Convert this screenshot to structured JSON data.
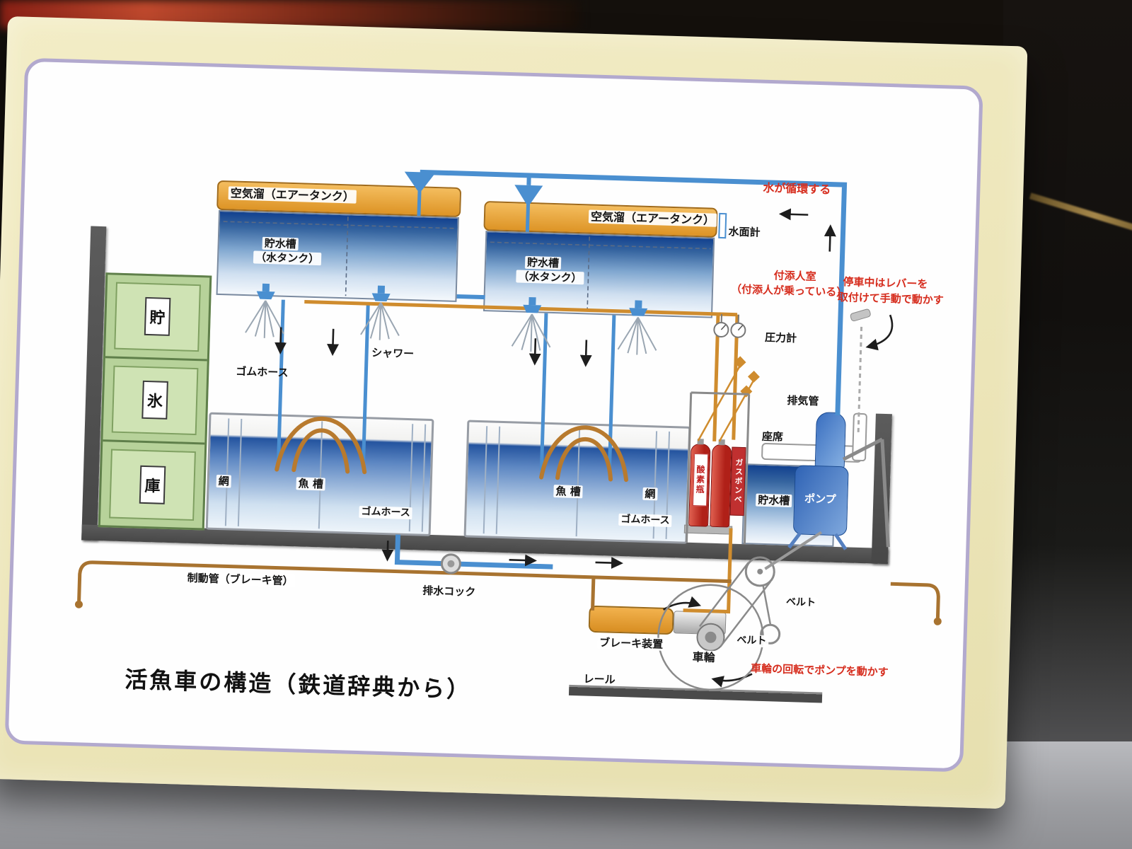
{
  "title": "活魚車の構造（鉄道辞典から）",
  "air_tanks": {
    "left": "空気溜（エアータンク）",
    "right": "空気溜（エアータンク）"
  },
  "water_tanks": {
    "left_line1": "貯水槽",
    "left_line2": "（水タンク）",
    "right_line1": "貯水槽",
    "right_line2": "（水タンク）"
  },
  "ice_cabinet": {
    "char1": "貯",
    "char2": "氷",
    "char3": "庫"
  },
  "shower": {
    "shower_label": "シャワー",
    "hose_label": "ゴムホース"
  },
  "fish_tanks": {
    "net_left": "網",
    "tank_left": "魚 槽",
    "hose_left": "ゴムホース",
    "tank_right": "魚 槽",
    "net_right": "網",
    "hose_right": "ゴムホース"
  },
  "right_side": {
    "water_gauge": "水面計",
    "pressure_gauge": "圧力計",
    "oxygen_bottle": "酸素瓶",
    "gas_cylinder": "ガスボンベ",
    "seat": "座席",
    "small_water_tank": "貯水槽",
    "exhaust_pipe": "排気管",
    "pump": "ポンプ"
  },
  "bottom": {
    "brake_pipe": "制動管（ブレーキ管）",
    "drain_cock": "排水コック",
    "brake_device": "ブレーキ装置",
    "wheel": "車輪",
    "belt_upper": "ベルト",
    "belt_lower": "ベルト",
    "rail": "レール"
  },
  "red_notes": {
    "circulate": "水が循環する",
    "attendant_line1": "付添人室",
    "attendant_line2": "（付添人が乗っている）",
    "lever_line1": "停車中はレバーを",
    "lever_line2": "取付けて手動で動かす",
    "wheel_note": "車輪の回転でポンプを動かす"
  },
  "colors": {
    "red_note": "#d62d1e",
    "pipe_orange": "#cf8c2e",
    "pipe_blue": "#4a8fd0",
    "tank_orange": "#e8a33c",
    "bottle_red": "#c43030",
    "cabinet_green": "#b7d29a",
    "card_cream": "#efe8c0",
    "panel_border_purple": "#b2a9ce"
  }
}
